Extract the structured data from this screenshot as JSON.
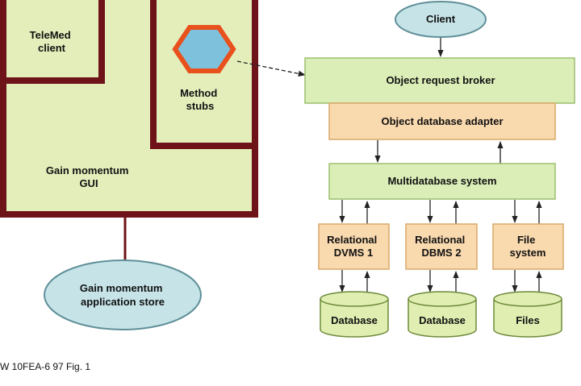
{
  "gui": {
    "telemed_client": [
      "TeleMed",
      "client"
    ],
    "method_stubs": [
      "Method",
      "stubs"
    ],
    "gain_momentum_gui": [
      "Gain momentum",
      "GUI"
    ]
  },
  "application_store": [
    "Gain momentum",
    "application store"
  ],
  "client": "Client",
  "object_request_broker": "Object request broker",
  "object_database_adapter": "Object database adapter",
  "multidatabase_system": "Multidatabase system",
  "backends": [
    {
      "lines": [
        "Relational",
        "DVMS 1"
      ],
      "storage": "Database"
    },
    {
      "lines": [
        "Relational",
        "DBMS 2"
      ],
      "storage": "Database"
    },
    {
      "lines": [
        "File",
        "system"
      ],
      "storage": "Files"
    }
  ],
  "caption": "W 10FEA-6 97 Fig. 1",
  "colors": {
    "panel_fill": "#e4eebb",
    "panel_border": "#6e1318",
    "green_box": "#dbeeb8",
    "green_box_border": "#9cbf6e",
    "orange_box": "#f9d9ae",
    "orange_box_border": "#d9a86a",
    "ellipse_fill": "#c6e4e8",
    "ellipse_border": "#5f8f98",
    "hexagon_fill": "#7ec1dd",
    "hexagon_border": "#e8501c",
    "cylinder_fill": "#e0eeb2",
    "cylinder_border": "#6e8a3a"
  }
}
